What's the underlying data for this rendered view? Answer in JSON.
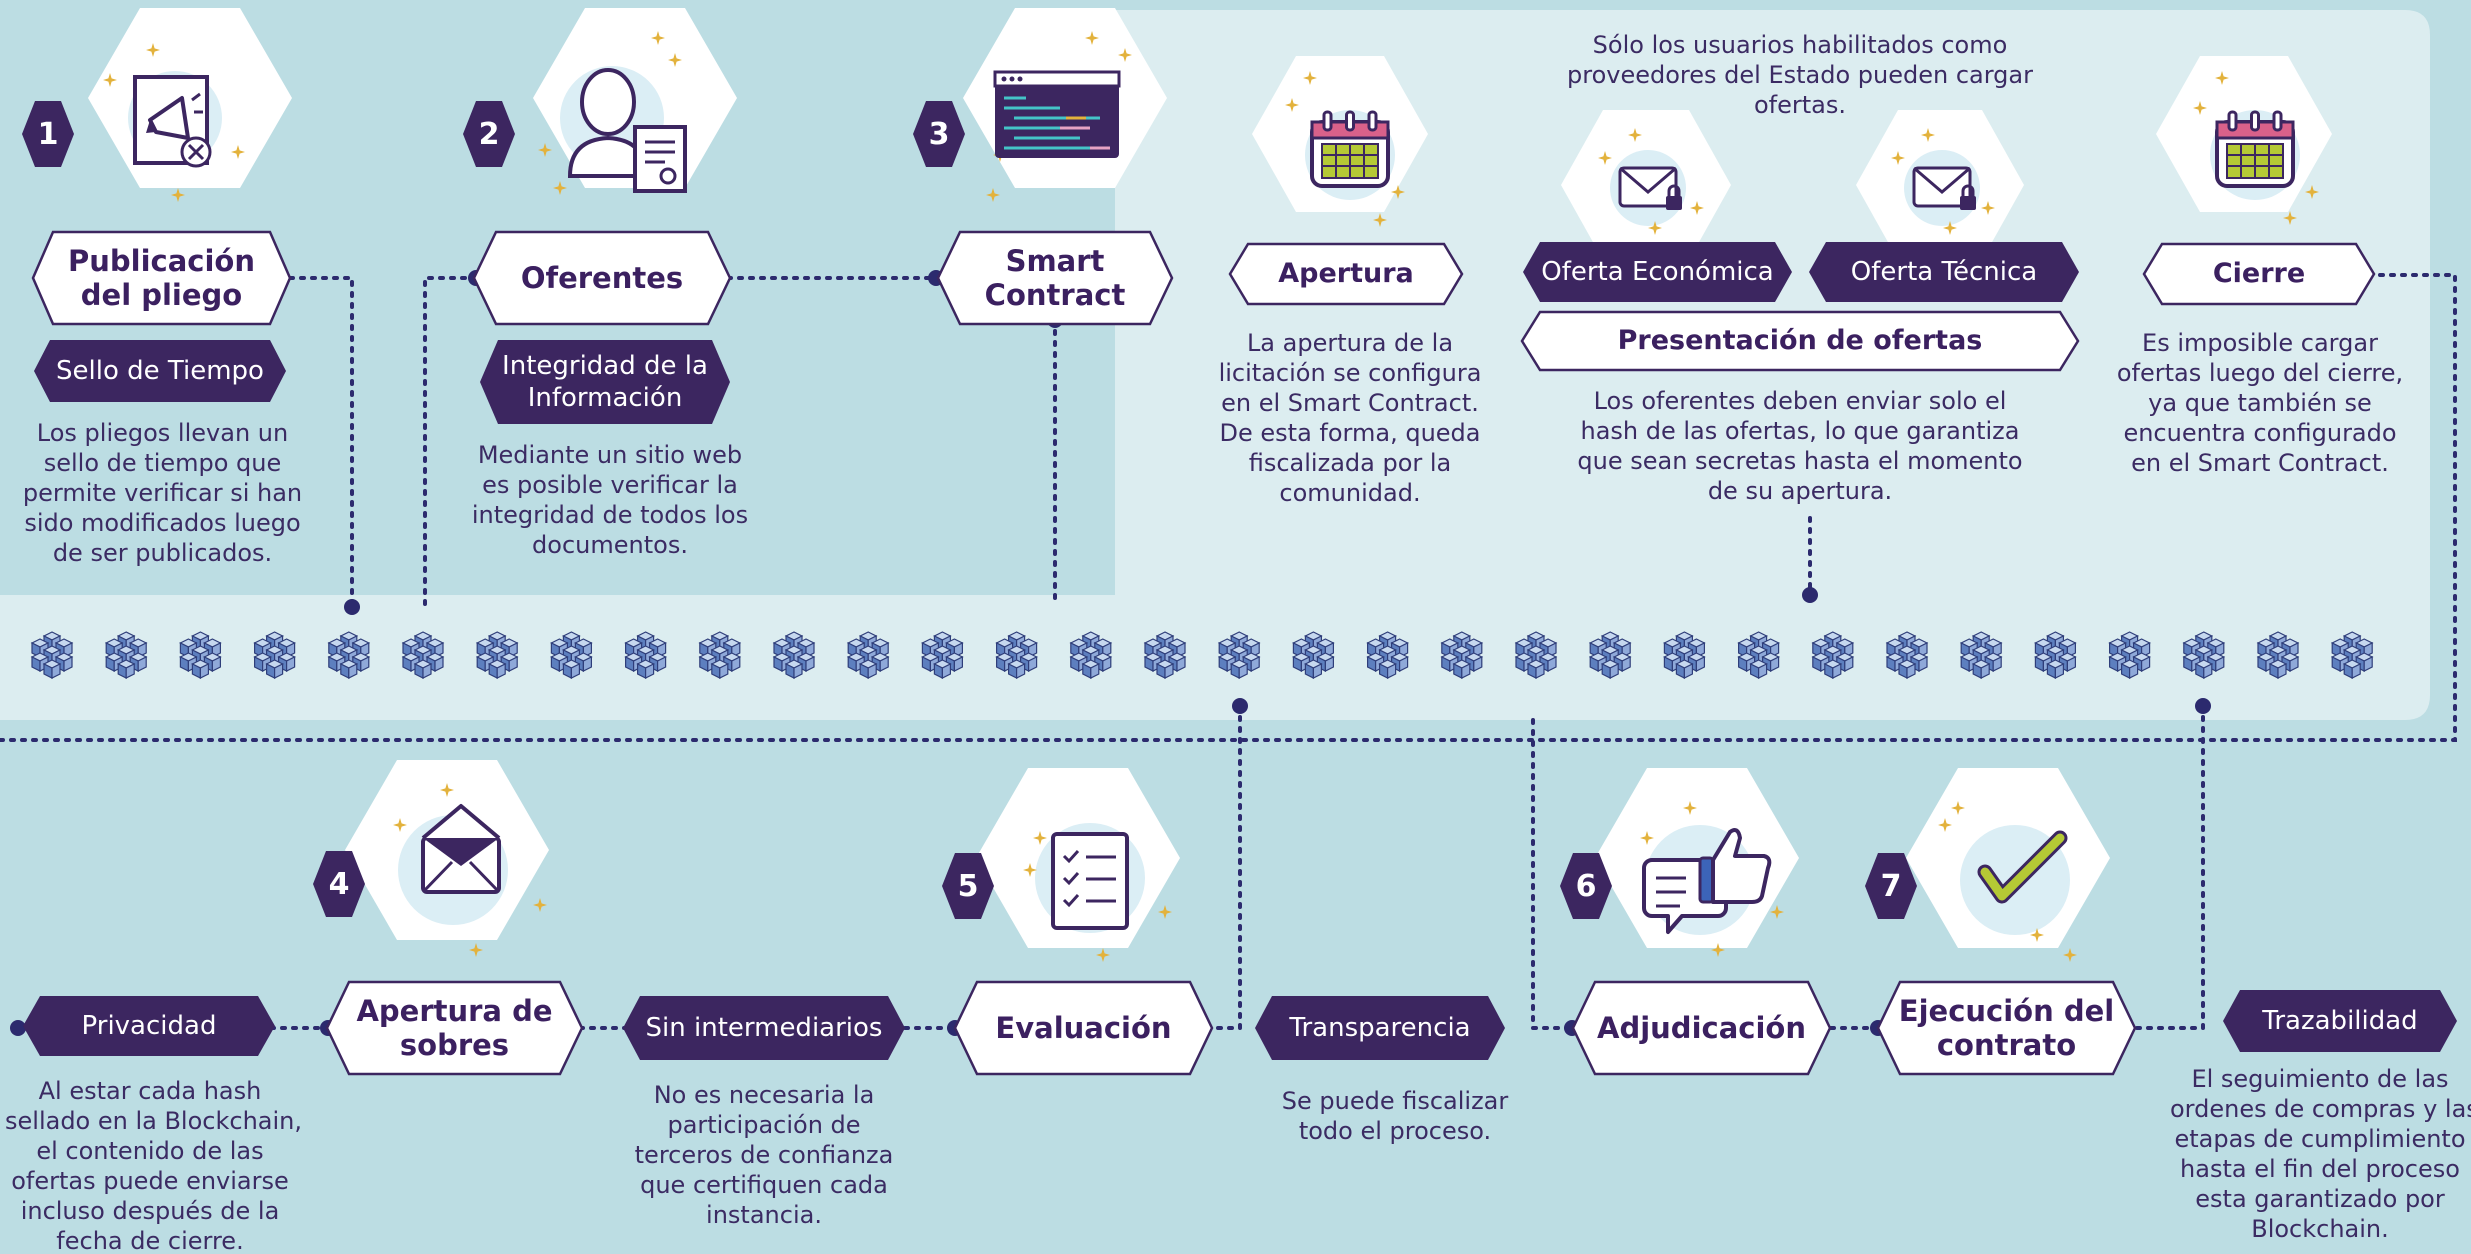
{
  "colors": {
    "background": "#bcdde3",
    "panel": "#dcedf0",
    "accent": "#3c2660",
    "line": "#2c2a6e",
    "sparkle": "#e3b23c"
  },
  "top_steps": [
    {
      "number": "1",
      "title": "Publicación del pliego",
      "title_lines": [
        "Publicación",
        "del pliego"
      ],
      "feature": "Sello de Tiempo",
      "feature_lines": [
        "Sello de Tiempo"
      ],
      "description_lines": [
        "Los pliegos llevan un",
        "sello de tiempo que",
        "permite verificar si han",
        "sido modificados luego",
        "de ser publicados."
      ],
      "icon": "megaphone-icon"
    },
    {
      "number": "2",
      "title": "Oferentes",
      "title_lines": [
        "Oferentes"
      ],
      "feature": "Integridad de la Información",
      "feature_lines": [
        "Integridad de la",
        "Información"
      ],
      "description_lines": [
        "Mediante un sitio web",
        "es posible verificar la",
        "integridad de todos los",
        "documentos."
      ],
      "icon": "user-certificate-icon"
    },
    {
      "number": "3",
      "title": "Smart Contract",
      "title_lines": [
        "Smart",
        "Contract"
      ],
      "icon": "code-window-icon"
    }
  ],
  "panel_items": {
    "apertura": {
      "title": "Apertura",
      "description_lines": [
        "La apertura de la",
        "licitación se configura",
        "en el Smart Contract.",
        "De esta forma, queda",
        "fiscalizada por la",
        "comunidad."
      ],
      "icon": "calendar-icon"
    },
    "presentacion": {
      "note_lines": [
        "Sólo los usuarios habilitados como",
        "proveedores del Estado pueden cargar",
        "ofertas."
      ],
      "offers": [
        "Oferta Económica",
        "Oferta Técnica"
      ],
      "title": "Presentación de ofertas",
      "description_lines": [
        "Los oferentes deben enviar solo el",
        "hash de las ofertas, lo que garantiza",
        "que sean secretas hasta el momento",
        "de su apertura."
      ],
      "icon": "locked-envelope-icon"
    },
    "cierre": {
      "title": "Cierre",
      "description_lines": [
        "Es imposible cargar",
        "ofertas luego del cierre,",
        "ya que también se",
        "encuentra configurado",
        "en el Smart Contract."
      ],
      "icon": "calendar-icon"
    }
  },
  "bottom_steps": [
    {
      "number": "4",
      "title": "Apertura de sobres",
      "title_lines": [
        "Apertura de",
        "sobres"
      ],
      "icon": "open-envelope-icon"
    },
    {
      "number": "5",
      "title": "Evaluación",
      "title_lines": [
        "Evaluación"
      ],
      "icon": "checklist-icon"
    },
    {
      "number": "6",
      "title": "Adjudicación",
      "title_lines": [
        "Adjudicación"
      ],
      "icon": "thumbs-up-icon"
    },
    {
      "number": "7",
      "title": "Ejecución del contrato",
      "title_lines": [
        "Ejecución del",
        "contrato"
      ],
      "icon": "check-icon"
    }
  ],
  "bottom_features": [
    {
      "label": "Privacidad",
      "description_lines": [
        "Al estar cada hash",
        "sellado en la Blockchain,",
        "el contenido de las",
        "ofertas puede enviarse",
        "incluso después de la",
        "fecha de cierre."
      ]
    },
    {
      "label": "Sin intermediarios",
      "description_lines": [
        "No es necesaria la",
        "participación de",
        "terceros de confianza",
        "que certifiquen cada",
        "instancia."
      ]
    },
    {
      "label": "Transparencia",
      "description_lines": [
        "Se puede fiscalizar",
        "todo el proceso."
      ]
    },
    {
      "label": "Trazabilidad",
      "description_lines": [
        "El seguimiento de las",
        "ordenes de compras y las",
        "etapas de cumplimiento",
        "hasta el fin del proceso",
        "esta garantizado por",
        "Blockchain."
      ]
    }
  ],
  "blockchain": {
    "block_count": 32,
    "icon": "block-cube-icon"
  }
}
